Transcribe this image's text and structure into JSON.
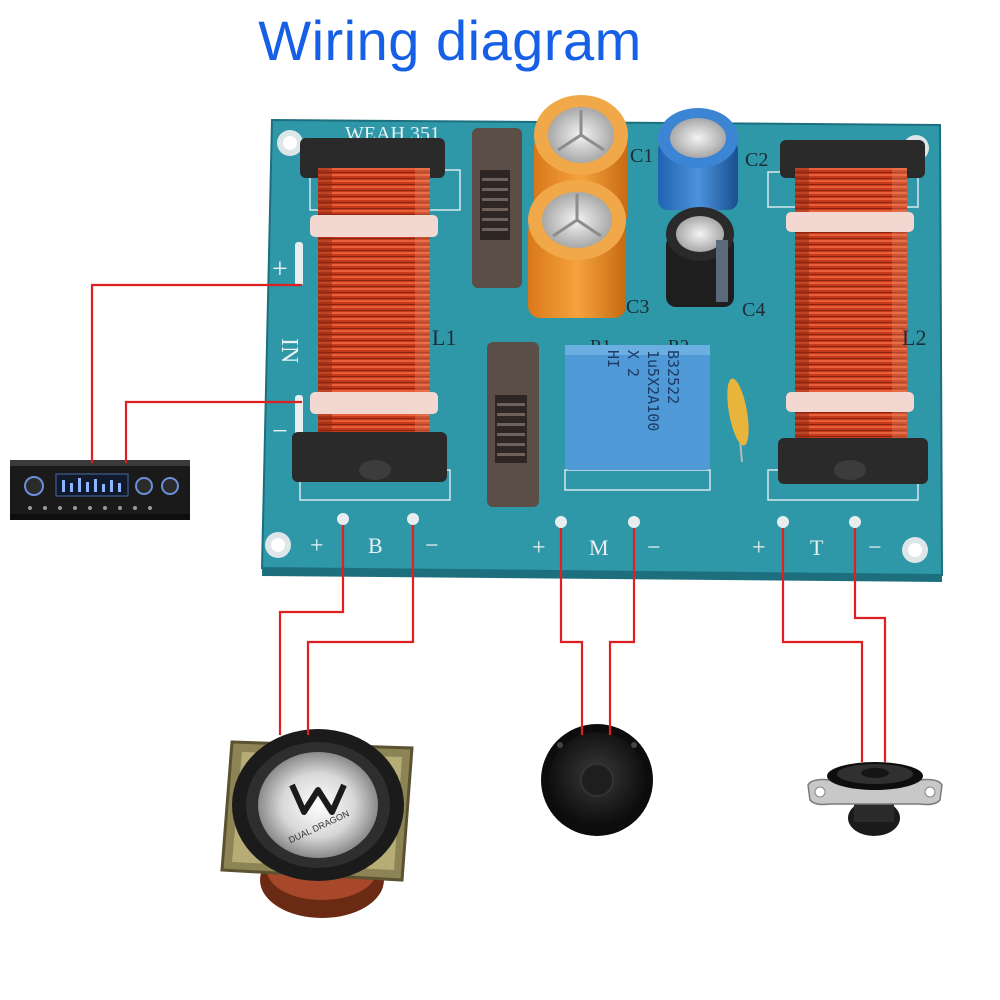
{
  "title": "Wiring diagram",
  "colors": {
    "title": "#1560e6",
    "wire": "#e02020",
    "board": "#2e97a8",
    "coil": "#c43a1c"
  },
  "board": {
    "model_text": "WEAH 351",
    "input": {
      "plus": "+",
      "label": "IN",
      "minus": "−"
    },
    "outputs": [
      {
        "plus": "+",
        "label": "B",
        "minus": "−"
      },
      {
        "plus": "+",
        "label": "M",
        "minus": "−"
      },
      {
        "plus": "+",
        "label": "T",
        "minus": "−"
      }
    ],
    "components": {
      "c1": "C1",
      "c2": "C2",
      "c3": "C3",
      "c4": "C4",
      "l1": "L1",
      "l2": "L2",
      "r1": "R1",
      "r2": "R2",
      "film_cap_lines": [
        "B32522",
        "1u5X2A100",
        "X 2",
        "HI"
      ]
    }
  },
  "speakers": {
    "woofer_logo": "DUAL DRAGON"
  }
}
